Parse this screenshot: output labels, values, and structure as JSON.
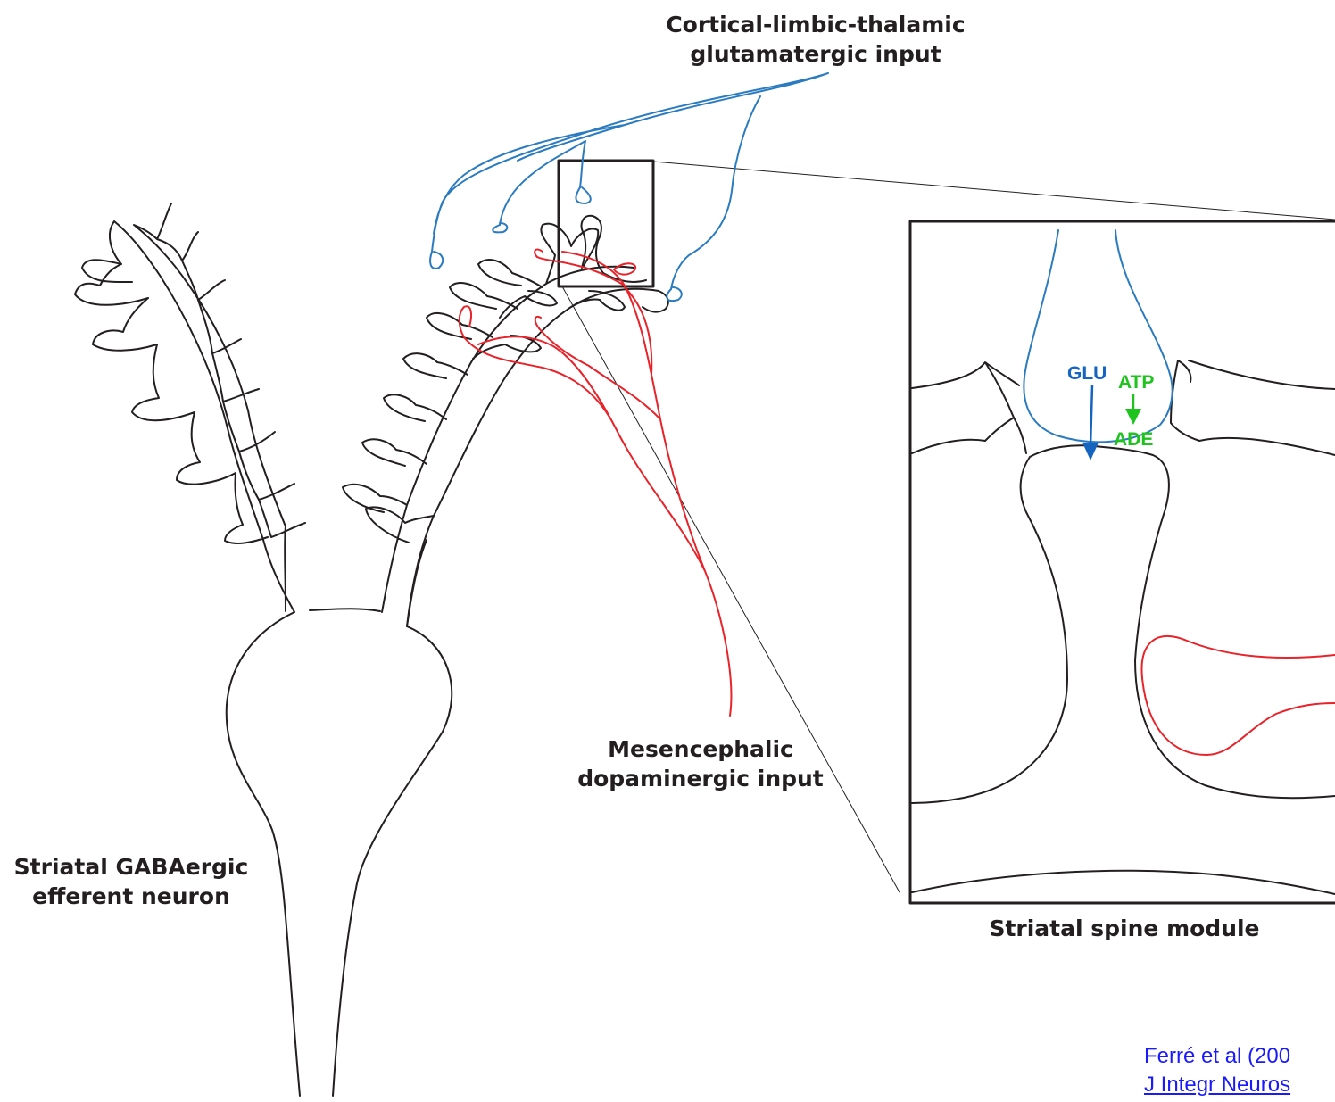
{
  "labels": {
    "cortical": [
      "Cortical-limbic-thalamic",
      "glutamatergic input"
    ],
    "dopamine": [
      "Mesencephalic",
      "dopaminergic input"
    ],
    "gaba": [
      "Striatal GABAergic",
      "efferent neuron"
    ],
    "module": "Striatal spine module"
  },
  "molecules": {
    "glu": "GLU",
    "atp": "ATP",
    "ade": "ADE"
  },
  "citation": [
    "Ferré et al (200",
    "J Integr Neuros"
  ],
  "colors": {
    "neuron": "#231f20",
    "glutamatergic": "#2b7bc0",
    "dopaminergic": "#e8232a",
    "glu_text": "#1565c0",
    "atp_green": "#1ec31e",
    "citation": "#1a1aff"
  }
}
